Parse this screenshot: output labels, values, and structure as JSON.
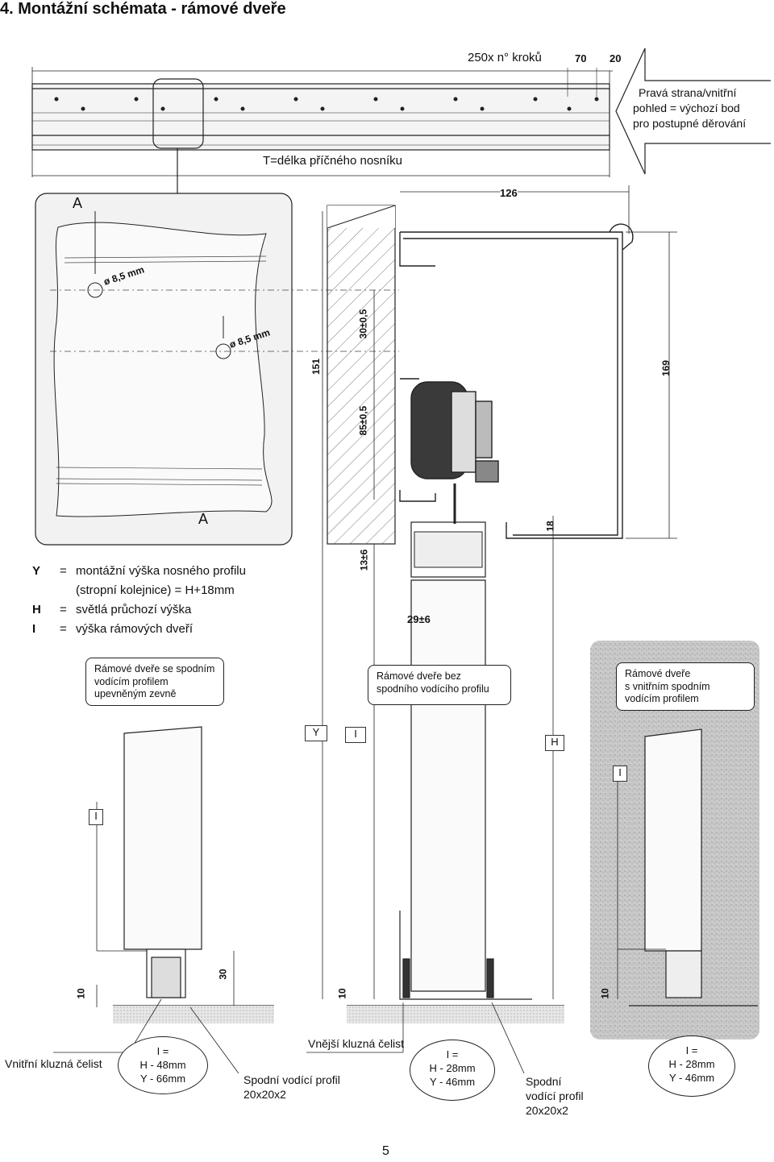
{
  "title": "4. Montážní schémata - rámové dveře",
  "top_rail": {
    "step_label": "250x n° kroků",
    "dim_70": "70",
    "dim_20": "20",
    "length_label": "T=délka příčného nosníku",
    "right_note_1": "Pravá strana/vnitřní",
    "right_note_2": "pohled = výchozí bod",
    "right_note_3": "pro postupné děrování"
  },
  "section": {
    "section_mark": "A",
    "hole_label": "ø 8,5 mm",
    "dim_126": "126",
    "dim_151": "151",
    "dim_169": "169",
    "dim_30": "30±0,5",
    "dim_85": "85±0,5",
    "dim_18": "18",
    "dim_13": "13±6",
    "dim_29": "29±6"
  },
  "legend": [
    {
      "key": "Y",
      "eq": "=",
      "text": "montážní výška nosného profilu"
    },
    {
      "key": "",
      "eq": "",
      "text": "(stropní kolejnice) = H+18mm"
    },
    {
      "key": "H",
      "eq": "=",
      "text": "světlá průchozí výška"
    },
    {
      "key": "I",
      "eq": "=",
      "text": "výška rámových dveří"
    }
  ],
  "boxes": {
    "left_1": "Rámové dveře se spodním",
    "left_2": "vodícím profilem",
    "left_3": "upevněným zevně",
    "mid_1": "Rámové dveře bez",
    "mid_2": "spodního vodícího profilu",
    "right_1": "Rámové dveře",
    "right_2": "s vnitřním spodním",
    "right_3": "vodícím profilem"
  },
  "markers": {
    "Y": "Y",
    "I": "I",
    "H": "H"
  },
  "bottom_dims": {
    "d10": "10",
    "d30": "30"
  },
  "notes": {
    "inner_jaw": "Vnitřní kluzná čelist",
    "outer_jaw": "Vnější kluzná čelist",
    "guide_1": "Spodní vodící profil",
    "guide_2": "20x20x2",
    "guide_r1": "Spodní",
    "guide_r2": "vodící profil",
    "guide_r3": "20x20x2"
  },
  "ellipses": [
    {
      "l1": "I =",
      "l2": "H - 48mm",
      "l3": "Y - 66mm"
    },
    {
      "l1": "I =",
      "l2": "H - 28mm",
      "l3": "Y - 46mm"
    },
    {
      "l1": "I =",
      "l2": "H - 28mm",
      "l3": "Y - 46mm"
    }
  ],
  "page_number": "5"
}
